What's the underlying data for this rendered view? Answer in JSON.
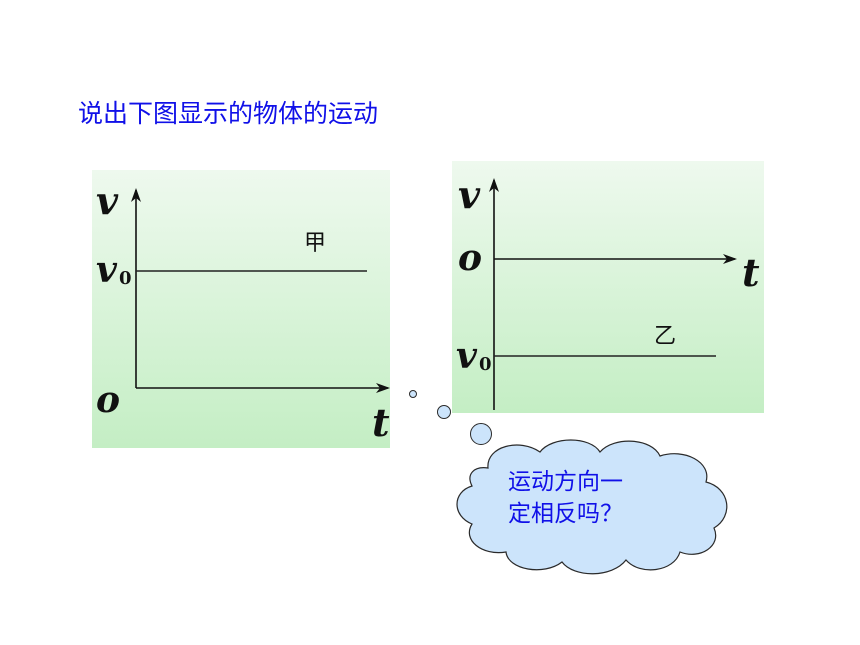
{
  "title": "说出下图显示的物体的运动",
  "graph_a": {
    "label": "甲",
    "y_axis": "v",
    "x_axis": "t",
    "origin": "o",
    "v0_main": "v",
    "v0_sub": "0",
    "v0_sign": "positive"
  },
  "graph_b": {
    "label": "乙",
    "y_axis": "v",
    "x_axis": "t",
    "origin": "o",
    "v0_main": "v",
    "v0_sub": "0",
    "v0_sign": "negative"
  },
  "bubble": {
    "line1": "运动方向一",
    "line2": "定相反吗？"
  },
  "colors": {
    "title": "#1010e8",
    "panel_top": "#eaf7ea",
    "panel_bottom": "#c7efc7",
    "bubble_fill": "#cce4fb",
    "bubble_stroke": "#2a2a2a"
  }
}
